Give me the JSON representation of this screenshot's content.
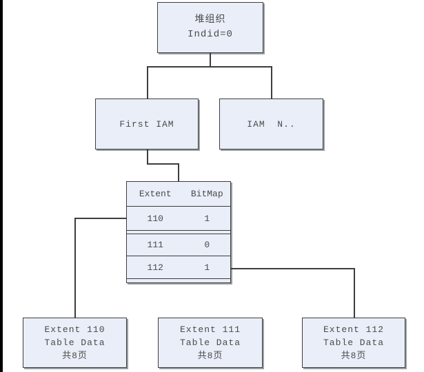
{
  "diagram": {
    "root": {
      "line1": "堆组织",
      "line2": "Indid=0"
    },
    "iam_first": {
      "label": "First IAM"
    },
    "iam_n": {
      "label": "IAM  N.."
    },
    "table": {
      "header": {
        "col1": "Extent",
        "col2": "BitMap"
      },
      "rows": [
        {
          "extent": "110",
          "bitmap": "1"
        },
        {
          "extent": "111",
          "bitmap": "0"
        },
        {
          "extent": "112",
          "bitmap": "1"
        }
      ]
    },
    "extents": [
      {
        "line1": "Extent 110",
        "line2": "Table Data",
        "line3": "共8页"
      },
      {
        "line1": "Extent 111",
        "line2": "Table Data",
        "line3": "共8页"
      },
      {
        "line1": "Extent 112",
        "line2": "Table Data",
        "line3": "共8页"
      }
    ],
    "colors": {
      "node_fill": "#e9eef8",
      "node_border": "#3c3c3c",
      "connector": "#3c3c3c",
      "shadow": "#9aa0a6",
      "page_edge": "#000000"
    }
  }
}
